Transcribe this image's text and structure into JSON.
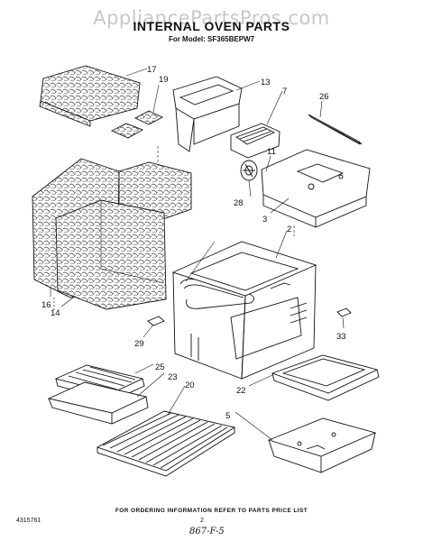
{
  "watermark": "AppliancePartsPros.com",
  "header": {
    "title": "INTERNAL OVEN PARTS",
    "model": "For Model: SF365BEPW7"
  },
  "callouts": [
    "17",
    "19",
    "13",
    "7",
    "26",
    "11",
    "28",
    "3",
    "2",
    "16",
    "14",
    "29",
    "33",
    "25",
    "23",
    "20",
    "22",
    "5"
  ],
  "footer": {
    "note": "FOR ORDERING INFORMATION REFER TO PARTS PRICE LIST",
    "doc_number": "4315761",
    "page": "2",
    "handwritten": "867-F-5"
  }
}
